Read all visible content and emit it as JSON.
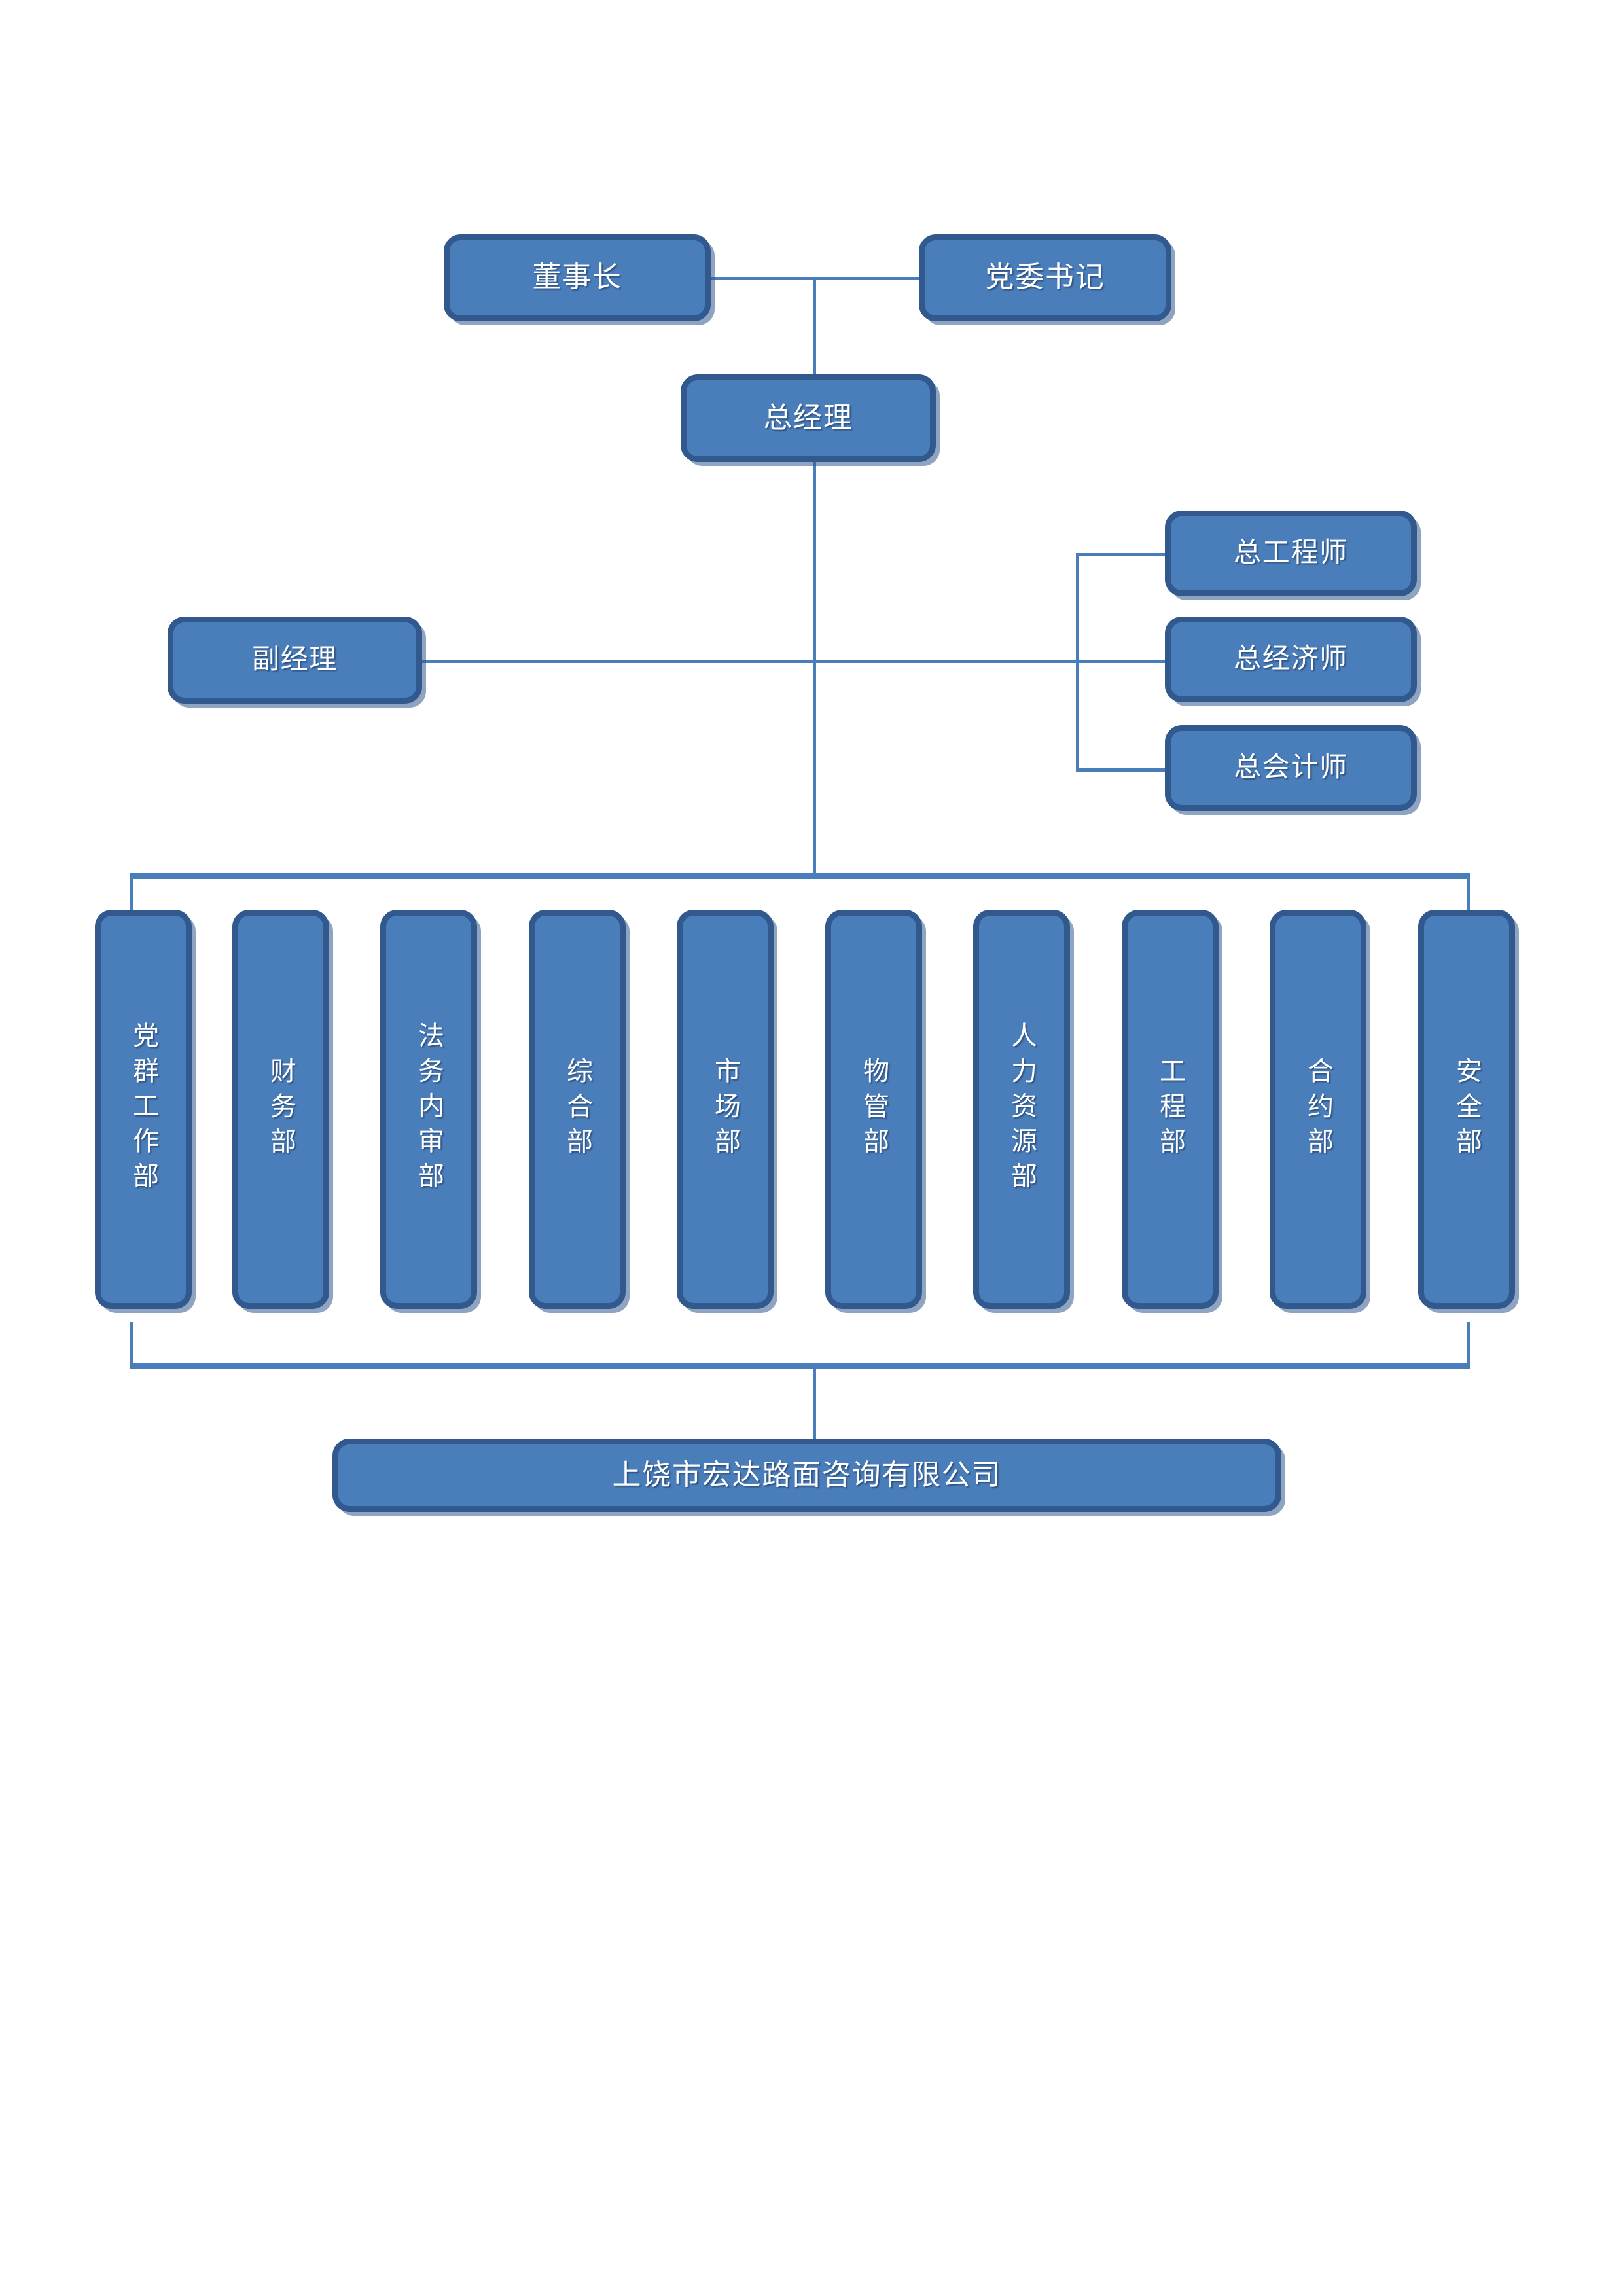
{
  "chart": {
    "title_node": "上饶市宏达路面咨询有限公司",
    "accent_fill": "#4A7EBB",
    "accent_border": "#31598E",
    "text_color": "#FFFFFF",
    "background": "#FFFFFF"
  },
  "executives": {
    "chairman": "董事长",
    "party_secretary": "党委书记",
    "general_manager": "总经理",
    "deputy_manager": "副经理"
  },
  "chief_officers": [
    {
      "label": "总工程师"
    },
    {
      "label": "总经济师"
    },
    {
      "label": "总会计师"
    }
  ],
  "departments": [
    {
      "label": "党群工作部"
    },
    {
      "label": "财务部"
    },
    {
      "label": "法务内审部"
    },
    {
      "label": "综合部"
    },
    {
      "label": "市场部"
    },
    {
      "label": "物管部"
    },
    {
      "label": "人力资源部"
    },
    {
      "label": "工程部"
    },
    {
      "label": "合约部"
    },
    {
      "label": "安全部"
    }
  ],
  "company": {
    "name": "上饶市宏达路面咨询有限公司"
  }
}
